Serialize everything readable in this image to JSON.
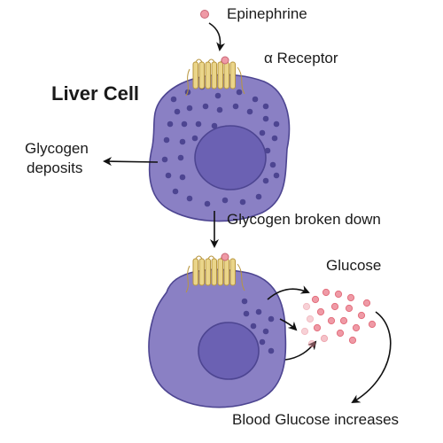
{
  "labels": {
    "epinephrine": "Epinephrine",
    "receptor": "α Receptor",
    "liver_cell": "Liver Cell",
    "glycogen_line1": "Glycogen",
    "glycogen_line2": "deposits",
    "broken_down": "Glycogen broken down",
    "glucose": "Glucose",
    "blood_glucose": "Blood Glucose increases"
  },
  "stock_id": "964107828",
  "colors": {
    "cell_fill": "#8a80c4",
    "cell_stroke": "#4d4591",
    "nucleus_fill": "#6b61b3",
    "granule": "#4d4591",
    "receptor": "#ead58a",
    "receptor_stroke": "#b8963e",
    "ligand": "#ef9aa6",
    "glucose": "#e3707e",
    "arrow": "#111111"
  }
}
